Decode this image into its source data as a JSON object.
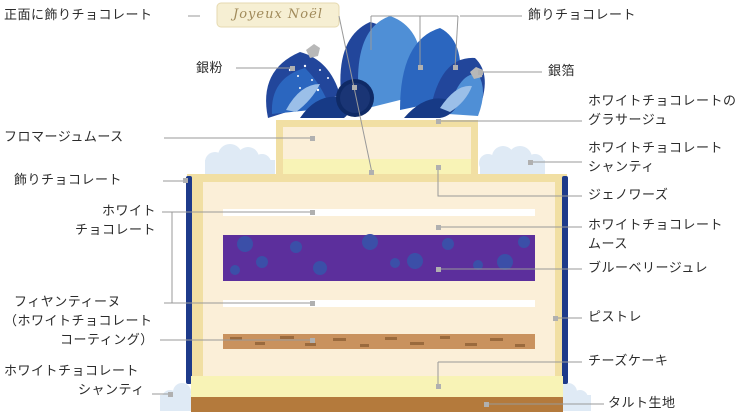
{
  "plaque": "Joyeux Noël",
  "labels": {
    "front_choco": "正面に飾りチョコレート",
    "deco_choco_top": "飾りチョコレート",
    "silver_powder": "銀粉",
    "silver_leaf": "銀箔",
    "glacage_1": "ホワイトチョコレートの",
    "glacage_2": "グラサージュ",
    "fromage": "フロマージュムース",
    "chantilly_top_1": "ホワイトチョコレート",
    "chantilly_top_2": "シャンティ",
    "deco_choco_side": "飾りチョコレート",
    "genoise": "ジェノワーズ",
    "white_choco_1": "ホワイト",
    "white_choco_2": "チョコレート",
    "mousse_1": "ホワイトチョコレート",
    "mousse_2": "ムース",
    "blueberry": "ブルーベリージュレ",
    "feuillantine_1": "フィヤンティーヌ",
    "feuillantine_2": "（ホワイトチョコレート",
    "feuillantine_3": "コーティング）",
    "pistolet": "ピストレ",
    "cheesecake": "チーズケーキ",
    "chantilly_bottom_1": "ホワイトチョコレート",
    "chantilly_bottom_2": "シャンティ",
    "tart": "タルト生地"
  },
  "colors": {
    "cream": "#fbefd8",
    "cream_border": "#f1dfa3",
    "yellow": "#f8f3b6",
    "navy": "#1d3a8a",
    "blue": "#2b66bf",
    "blue_light": "#4f8fd6",
    "blueberry": "#5c2f9c",
    "blueberry_dot": "#3b4fa8",
    "cookie": "#c9925e",
    "tart": "#b47a3c",
    "chantilly": "#dfeaf5",
    "leader": "#999999",
    "dot": "#b0b0b0"
  }
}
